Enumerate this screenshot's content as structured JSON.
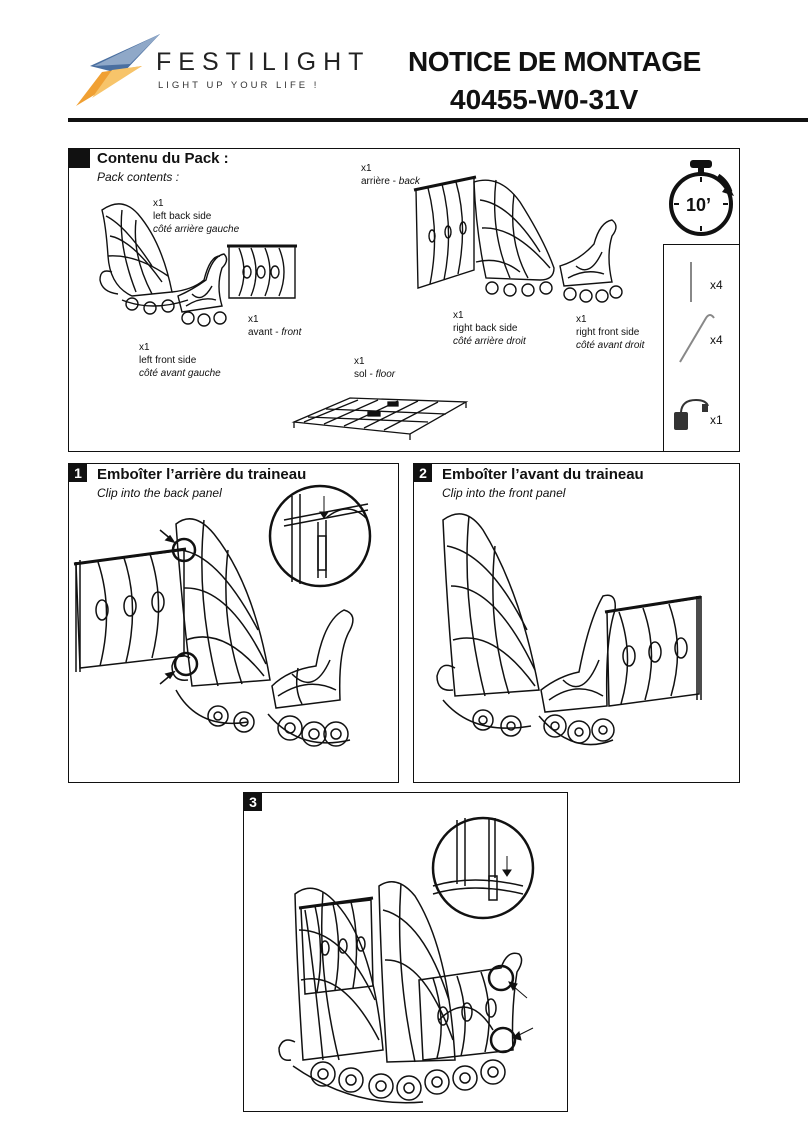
{
  "brand": {
    "name": "FESTILIGHT",
    "tagline": "LIGHT UP YOUR LIFE !"
  },
  "header": {
    "title": "NOTICE DE MONTAGE",
    "code": "40455-W0-31V"
  },
  "pack": {
    "title": "Contenu du Pack :",
    "subtitle": "Pack contents :",
    "timer": "10’",
    "items": {
      "left_back": {
        "qty": "x1",
        "en": "left back side",
        "fr": "côté arrière gauche"
      },
      "front": {
        "qty": "x1",
        "text": "avant - ",
        "it": "front"
      },
      "left_front": {
        "qty": "x1",
        "en": "left front side",
        "fr": "côté avant gauche"
      },
      "back": {
        "qty": "x1",
        "text": "arrière - ",
        "it": "back"
      },
      "floor": {
        "qty": "x1",
        "text": "sol - ",
        "it": "floor"
      },
      "right_back": {
        "qty": "x1",
        "en": "right back side",
        "fr": "côté arrière droit"
      },
      "right_front": {
        "qty": "x1",
        "en": "right front side",
        "fr": "côté avant droit"
      }
    },
    "accessories": {
      "stakes_qty": "x4",
      "hooks_qty": "x4",
      "connector_qty": "x1"
    }
  },
  "steps": [
    {
      "num": "1",
      "title": "Emboîter l’arrière du traineau",
      "subtitle": "Clip into the back panel"
    },
    {
      "num": "2",
      "title": "Emboîter l’avant du traineau",
      "subtitle": "Clip into the front panel"
    },
    {
      "num": "3"
    }
  ],
  "colors": {
    "ink": "#111111",
    "logo_blue": "#4a6fa0",
    "logo_orange": "#f0a033"
  }
}
